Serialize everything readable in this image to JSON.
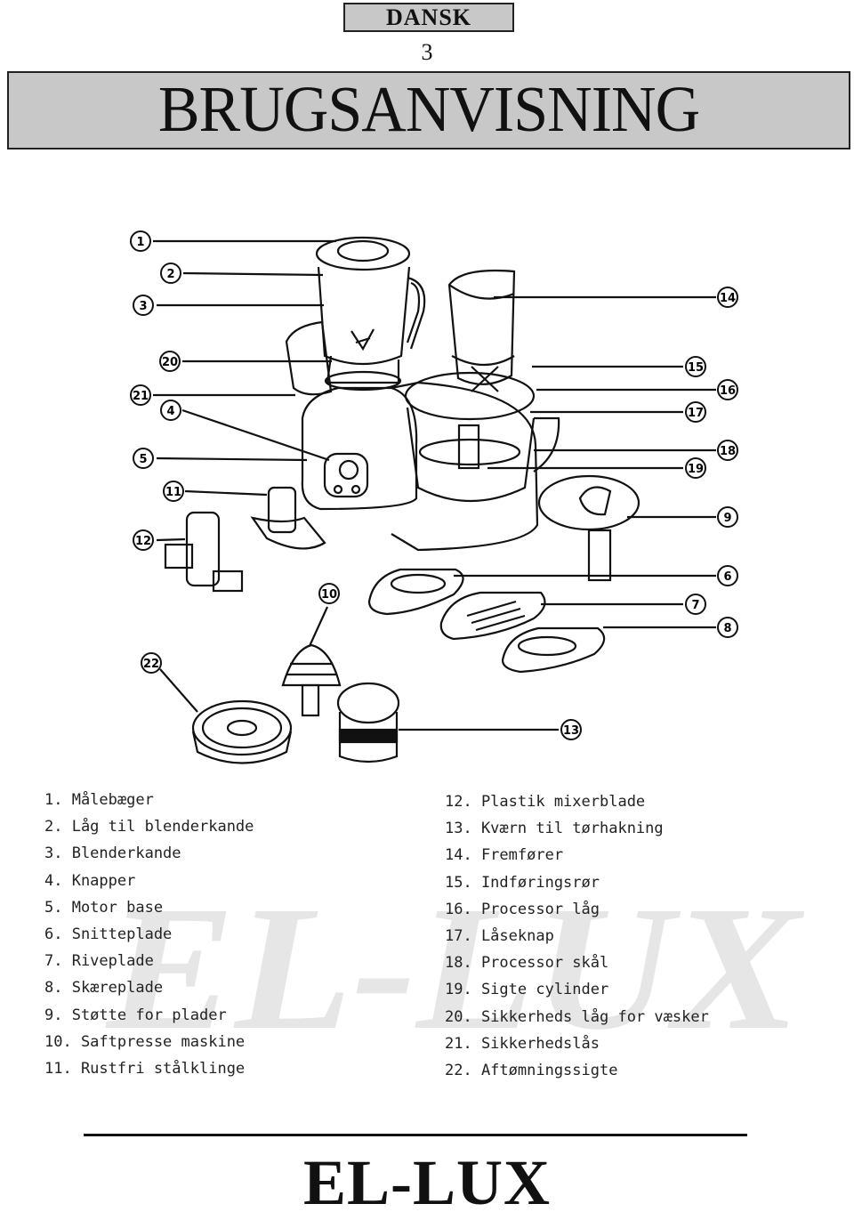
{
  "header": {
    "language": "DANSK",
    "page_number": "3",
    "title": "BRUGSANVISNING"
  },
  "watermark": "EL-LUX",
  "diagram": {
    "callouts": [
      "1",
      "2",
      "3",
      "20",
      "21",
      "4",
      "5",
      "11",
      "12",
      "10",
      "22",
      "14",
      "15",
      "16",
      "17",
      "18",
      "19",
      "9",
      "6",
      "7",
      "8",
      "13"
    ]
  },
  "parts_left": [
    "1.  Målebæger",
    "2.  Låg til blenderkande",
    "3.  Blenderkande",
    "4.  Knapper",
    "5.  Motor base",
    "6.  Snitteplade",
    "7.  Riveplade",
    "8.  Skæreplade",
    "9.  Støtte for plader",
    "10. Saftpresse maskine",
    "11. Rustfri stålklinge"
  ],
  "parts_right": [
    "12. Plastik mixerblade",
    "13. Kværn til tørhakning",
    "14. Fremfører",
    "15. Indføringsrør",
    "16. Processor låg",
    "17. Låseknap",
    "18. Processor skål",
    "19. Sigte cylinder",
    "20. Sikkerheds låg for væsker",
    "21. Sikkerhedslås",
    "22. Aftømningssigte"
  ],
  "footer": {
    "brand": "EL-LUX"
  }
}
